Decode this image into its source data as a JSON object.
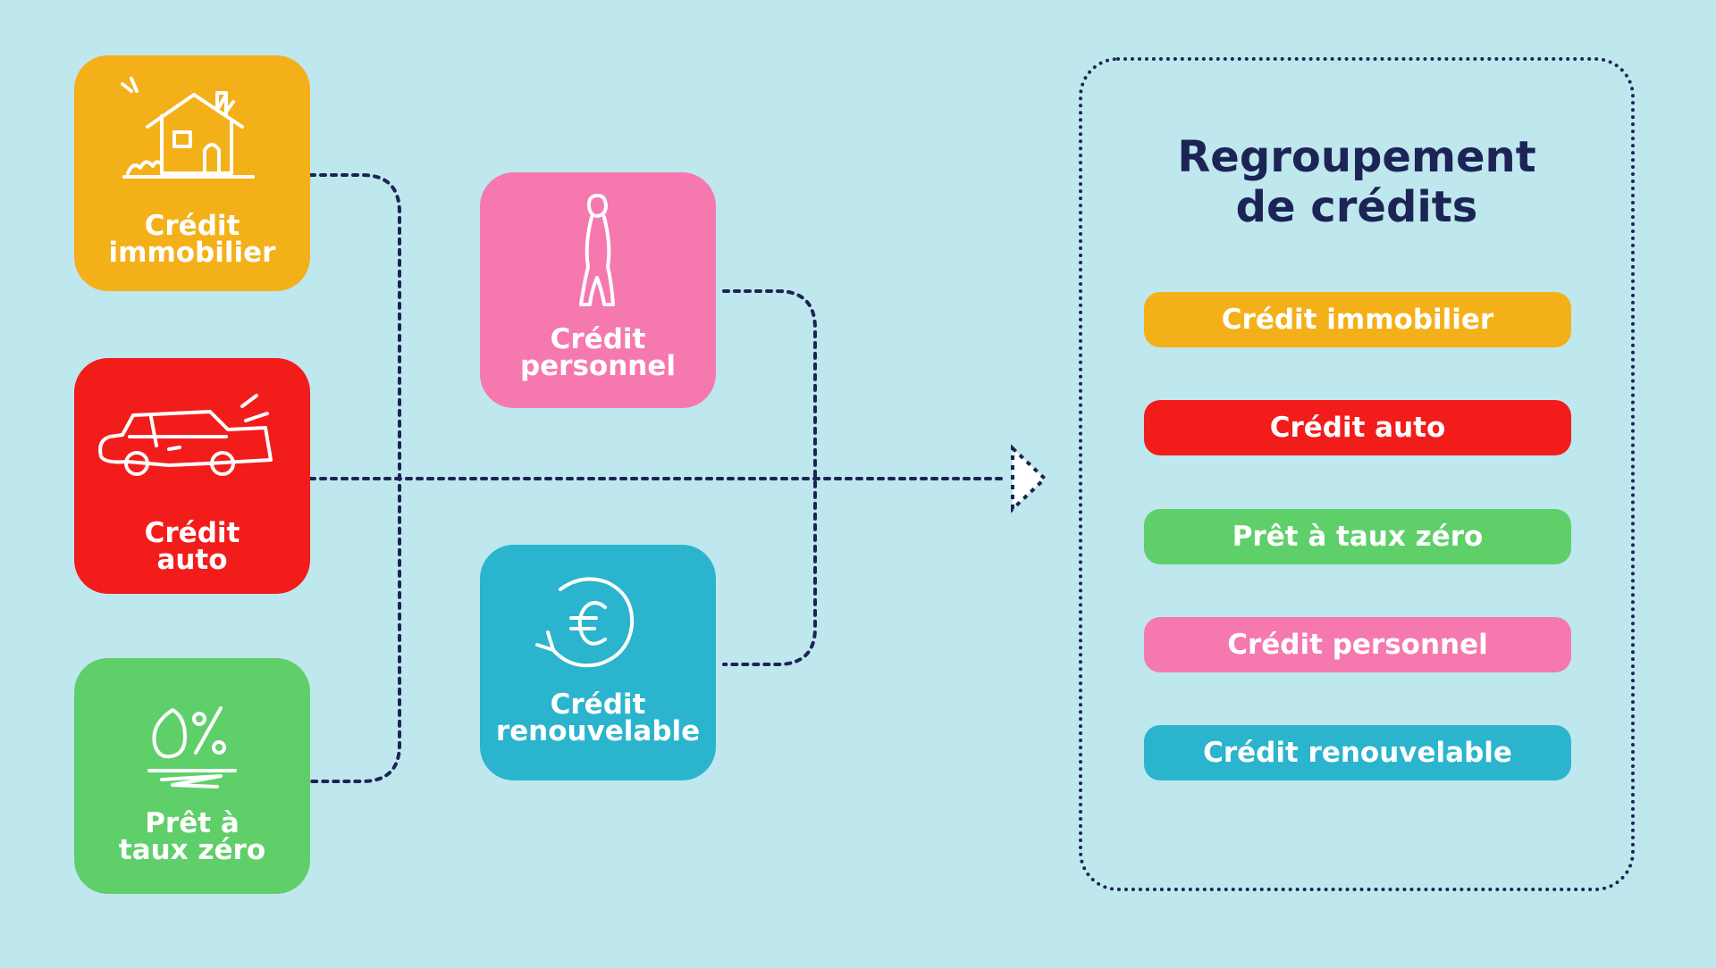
{
  "colors": {
    "background": "#bfe7ee",
    "connector": "#1c2456",
    "immobilier": "#f4b019",
    "auto": "#f21c1a",
    "taux_zero": "#5fcf6a",
    "personnel": "#f579ae",
    "renouvelable": "#2bb4cd"
  },
  "tiles": {
    "immobilier": {
      "label": "Crédit\nimmobilier",
      "icon": "house-icon"
    },
    "auto": {
      "label": "Crédit\nauto",
      "icon": "car-icon"
    },
    "taux_zero": {
      "label": "Prêt à\ntaux zéro",
      "icon": "zero-percent-icon"
    },
    "personnel": {
      "label": "Crédit\npersonnel",
      "icon": "person-icon"
    },
    "renouvelable": {
      "label": "Crédit\nrenouvelable",
      "icon": "euro-cycle-icon"
    }
  },
  "panel": {
    "title": "Regroupement\nde crédits",
    "items": [
      {
        "label": "Crédit immobilier",
        "color": "#f4b019"
      },
      {
        "label": "Crédit auto",
        "color": "#f21c1a"
      },
      {
        "label": "Prêt à taux zéro",
        "color": "#5fcf6a"
      },
      {
        "label": "Crédit personnel",
        "color": "#f579ae"
      },
      {
        "label": "Crédit renouvelable",
        "color": "#2bb4cd"
      }
    ]
  }
}
